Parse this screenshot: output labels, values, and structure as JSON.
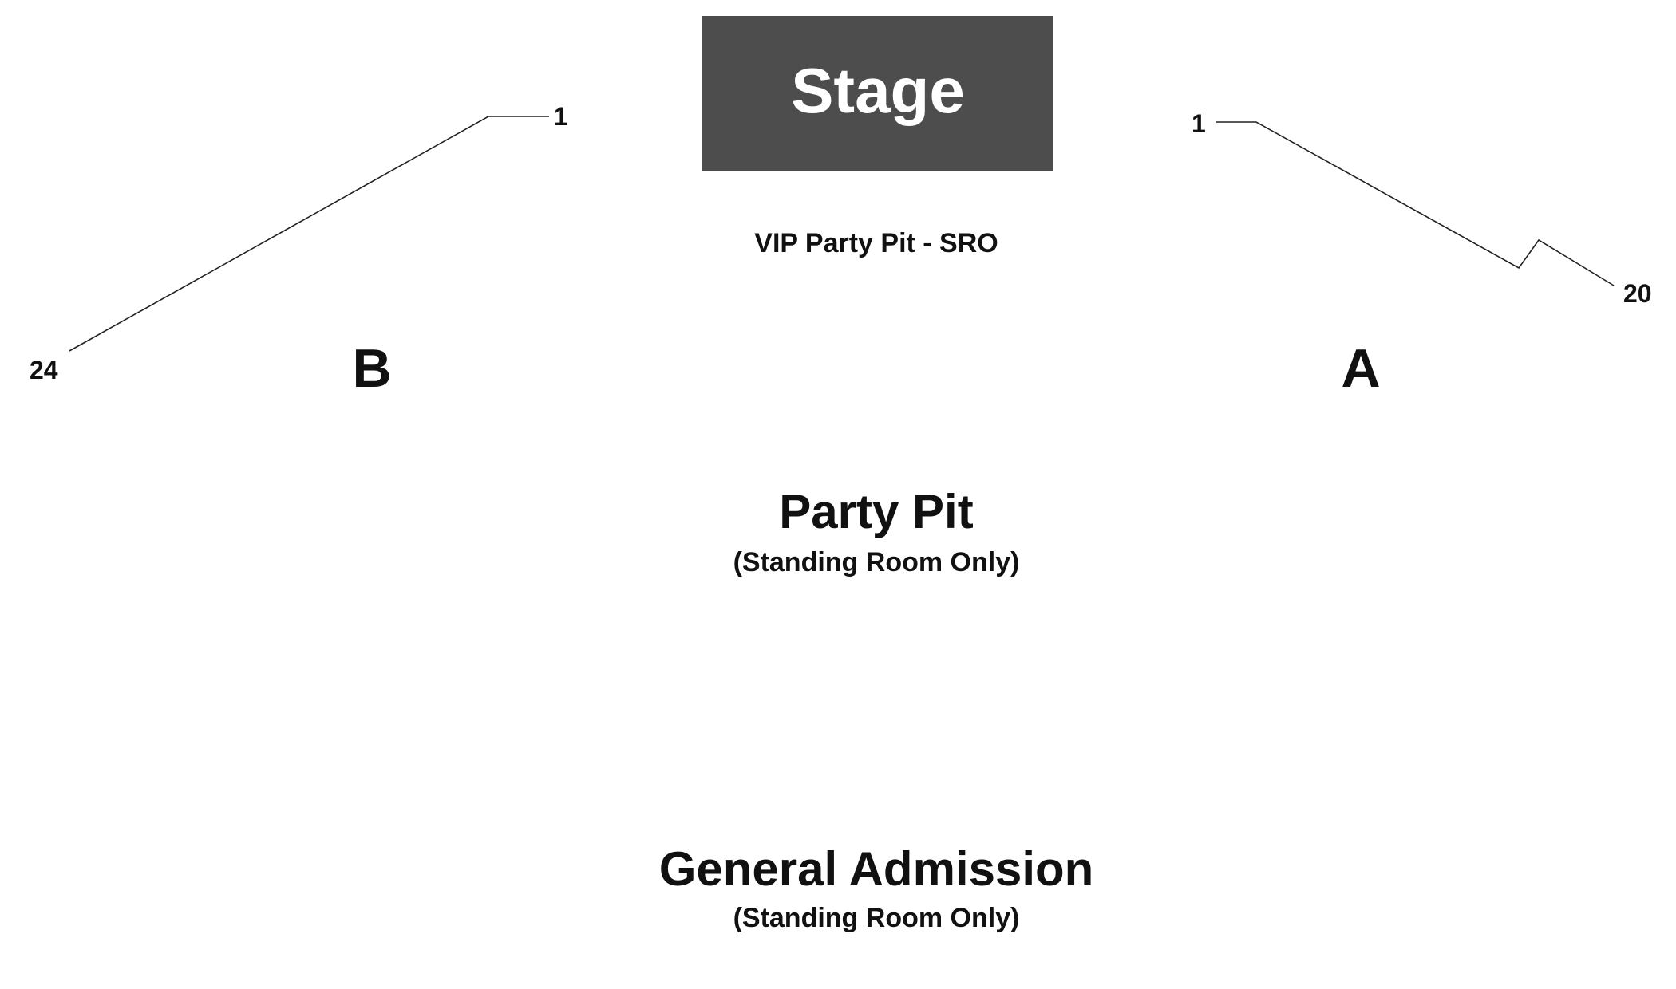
{
  "stage": {
    "label": "Stage",
    "color": "#4d4d4d"
  },
  "vip_area": {
    "label": "VIP Party Pit - SRO"
  },
  "sections": [
    {
      "letter": "B",
      "row_first": "1",
      "row_last": "24"
    },
    {
      "letter": "A",
      "row_first": "1",
      "row_last": "20"
    }
  ],
  "zones": [
    {
      "title": "Party Pit",
      "subtitle": "(Standing Room Only)"
    },
    {
      "title": "General Admission",
      "subtitle": "(Standing Room Only)"
    }
  ]
}
